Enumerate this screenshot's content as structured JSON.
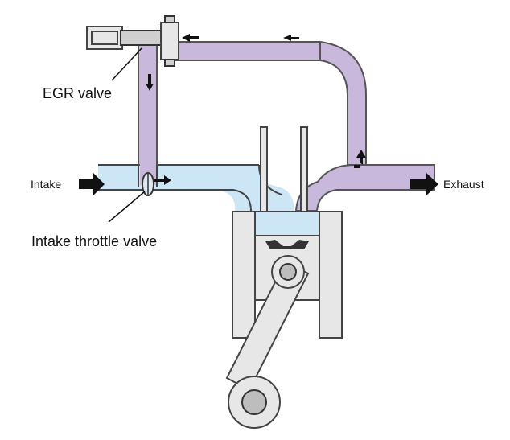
{
  "labels": {
    "egr_valve": "EGR valve",
    "intake": "Intake",
    "exhaust": "Exhaust",
    "intake_throttle_valve": "Intake throttle valve"
  },
  "colors": {
    "egr_gas": "#c8b8dc",
    "intake_air": "#cce6f6",
    "metal": "#e7e7e7",
    "outline": "#444444"
  },
  "icons": [
    "intake-arrow-icon",
    "exhaust-arrow-icon",
    "flow-arrow-icon"
  ]
}
